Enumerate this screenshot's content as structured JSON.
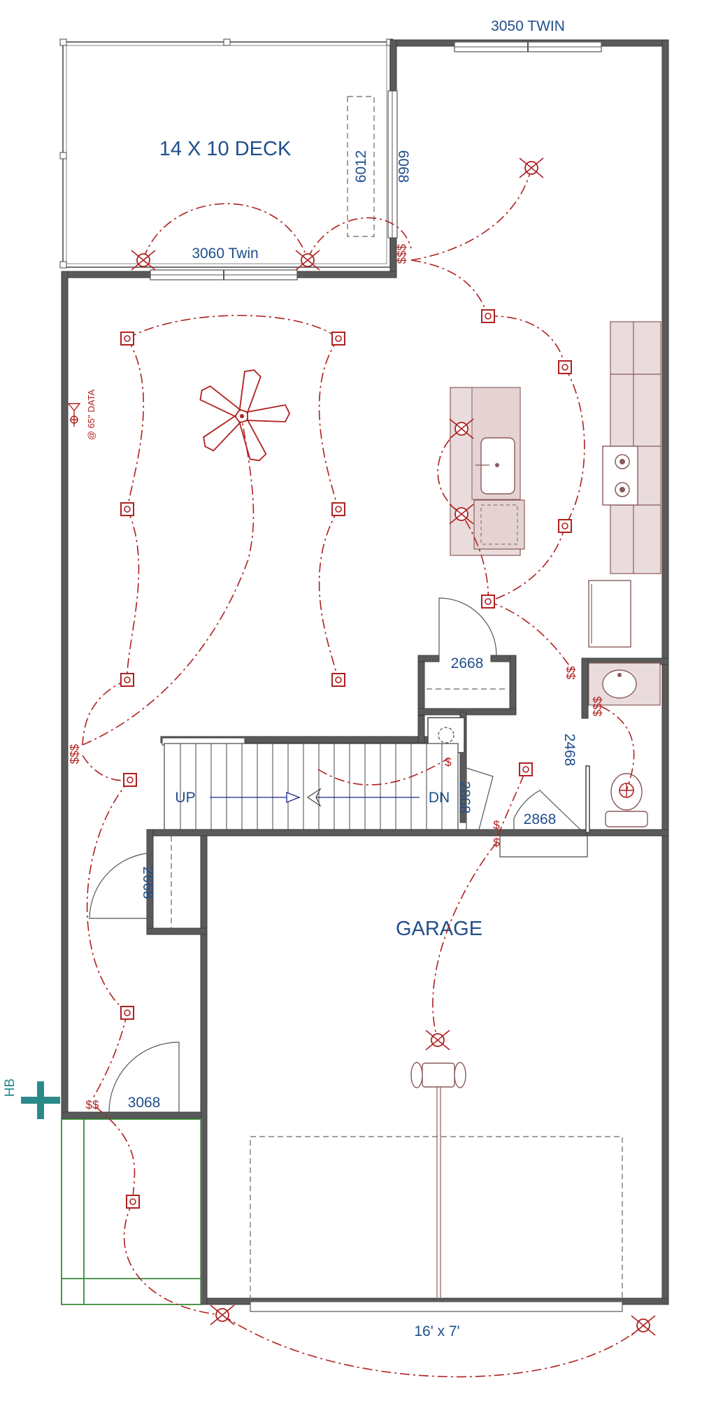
{
  "rooms": {
    "deck": "14 X 10 DECK",
    "garage": "GARAGE"
  },
  "windows": {
    "top_right": "3050 TWIN",
    "deck_bottom": "3060 Twin",
    "deck_side_a": "6012",
    "deck_side_b": "6068"
  },
  "doors": {
    "pantry": "2668",
    "stair_side": "2868",
    "garage_entry": "2868",
    "bath": "2468",
    "closet": "2668",
    "entry": "3068",
    "garage_door": "16' x 7'"
  },
  "stairs": {
    "up": "UP",
    "down": "DN"
  },
  "electrical": {
    "data_note": "@ 65\" DATA",
    "switch_triple": "$$$",
    "switch_double": "$$",
    "switch_single": "$"
  },
  "exterior": {
    "hose_bib": "HB"
  },
  "colors": {
    "wall": "#5a5a5a",
    "circuit": "#b02020",
    "label": "#1f4e8c",
    "hose_bib": "#2a8a8a",
    "porch": "#3a8a3a"
  }
}
